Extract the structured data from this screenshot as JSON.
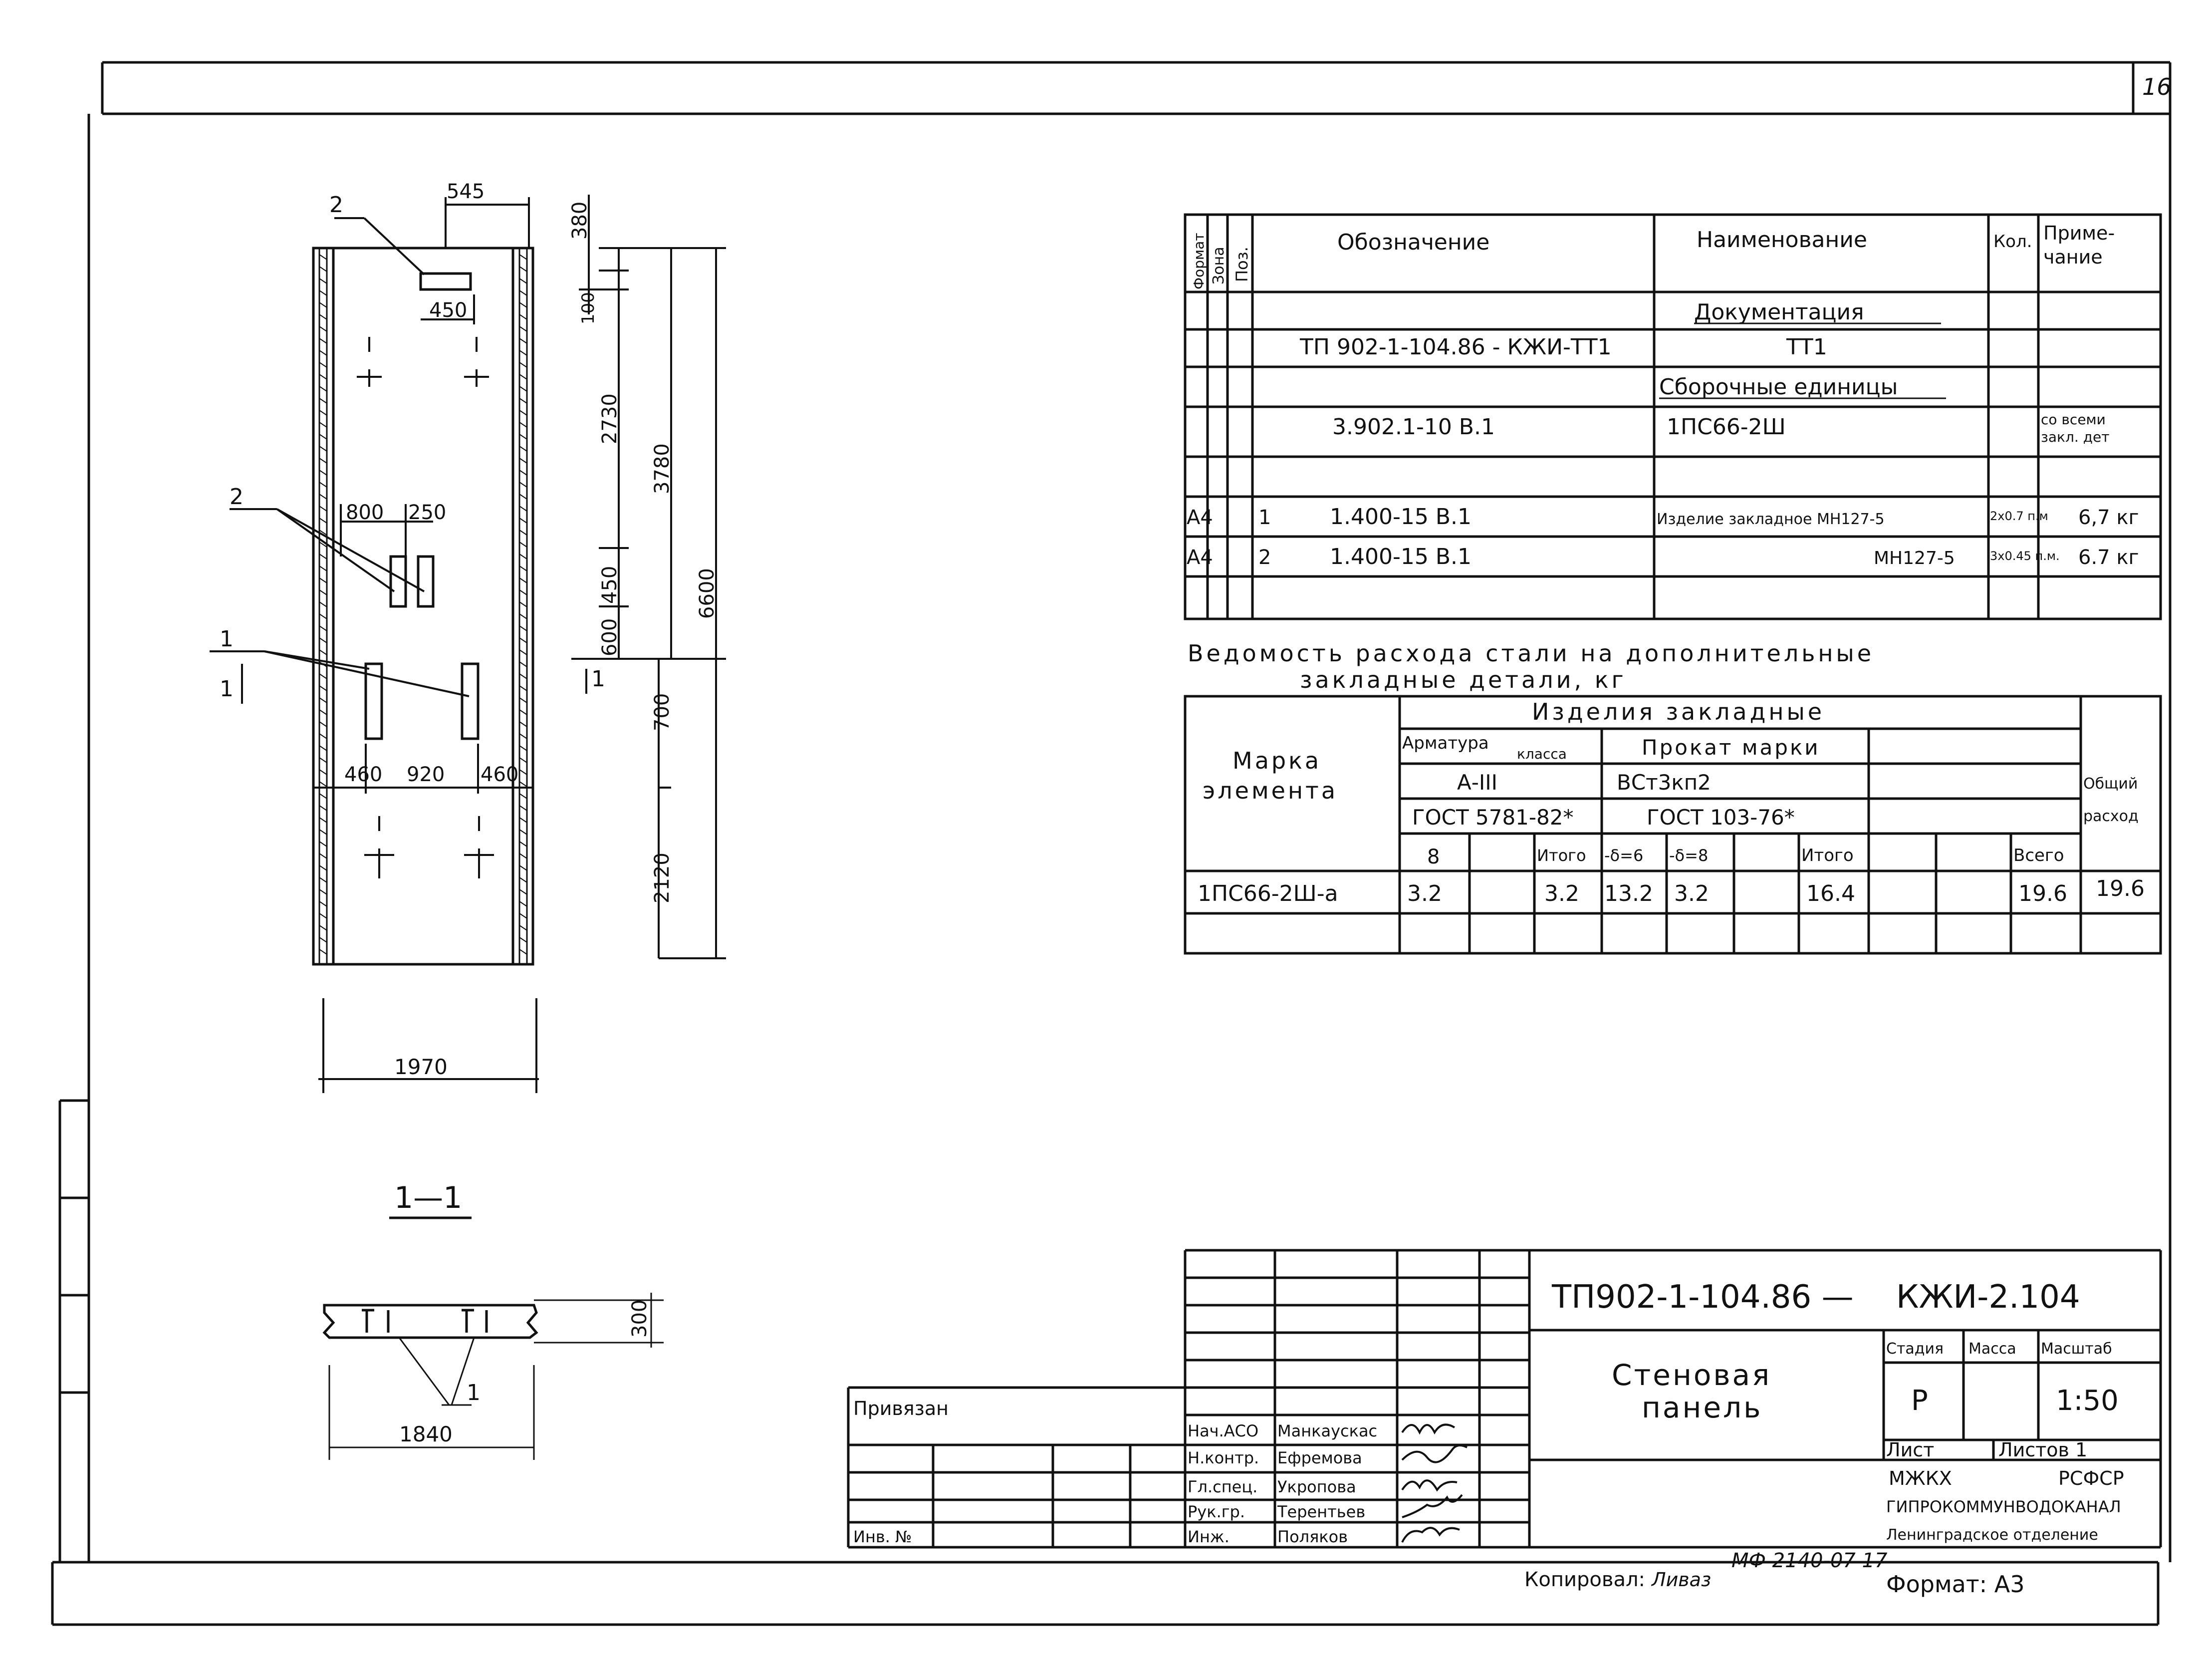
{
  "sheet_number": "16",
  "spec_table": {
    "headers": [
      "Формат",
      "Зона",
      "Поз.",
      "Обозначение",
      "Наименование",
      "Кол.",
      "Приме-",
      "чание"
    ],
    "rows": [
      {
        "fmt": "",
        "zone": "",
        "pos": "",
        "designation": "",
        "name": "Документация",
        "qty": "",
        "note": ""
      },
      {
        "fmt": "",
        "zone": "",
        "pos": "",
        "designation": "ТП 902-1-104.86 - КЖИ-ТТ1",
        "name": "ТТ1",
        "qty": "",
        "note": ""
      },
      {
        "fmt": "",
        "zone": "",
        "pos": "",
        "designation": "",
        "name": "Сборочные единицы",
        "qty": "",
        "note": ""
      },
      {
        "fmt": "",
        "zone": "",
        "pos": "",
        "designation": "3.902.1-10 В.1",
        "name": "1ПС66-2Ш",
        "qty": "",
        "note": "со всеми"
      },
      {
        "fmt": "",
        "zone": "",
        "pos": "",
        "designation": "",
        "name": "",
        "qty": "",
        "note": "закл. дет"
      },
      {
        "fmt": "А4",
        "zone": "",
        "pos": "1",
        "designation": "1.400-15 В.1",
        "name": "Изделие закладное МН127-5",
        "qty": "2х0.7 п.м",
        "note": "6,7 кг"
      },
      {
        "fmt": "А4",
        "zone": "",
        "pos": "2",
        "designation": "1.400-15 В.1",
        "name": "МН127-5",
        "qty": "3х0.45 п.м.",
        "note": "6.7 кг"
      }
    ]
  },
  "steel_table": {
    "title_line1": "Ведомость расхода стали на дополнительные",
    "title_line2": "закладные детали, кг",
    "mark_label1": "Марка",
    "mark_label2": "элемента",
    "group": "Изделия закладные",
    "armatura": "Арматура",
    "klassa": "класса",
    "prokat": "Прокат марки",
    "a_iii": "А-III",
    "vst": "ВСт3кп2",
    "gost1": "ГОСТ 5781-82*",
    "gost2": "ГОСТ 103-76*",
    "total1": "Общий",
    "total2": "расход",
    "sub": [
      "8",
      "Итого",
      "-δ=6",
      "-δ=8",
      "Итого",
      "Всего"
    ],
    "row": {
      "mark": "1ПС66-2Ш-а",
      "v8": "3.2",
      "itogo1": "3.2",
      "d6": "13.2",
      "d8": "3.2",
      "itogo2": "16.4",
      "vsego": "19.6",
      "total": "19.6"
    }
  },
  "drawing": {
    "dims": [
      "545",
      "450",
      "380",
      "100",
      "2730",
      "3780",
      "6600",
      "800",
      "250",
      "450",
      "600",
      "700",
      "2120",
      "460",
      "920",
      "460",
      "1970",
      "300",
      "1840"
    ],
    "labels": [
      "2",
      "2",
      "1",
      "1",
      "1",
      "1"
    ],
    "section": "1—1"
  },
  "title_block": {
    "code": "ТП902-1-104.86 —",
    "code2": "КЖИ-2.104",
    "name1": "Стеновая",
    "name2": "панель",
    "stage_h": "Стадия",
    "mass_h": "Масса",
    "scale_h": "Масштаб",
    "stage": "Р",
    "scale": "1:50",
    "sheet": "Лист",
    "sheets": "Листов 1",
    "org1": "МЖКХ",
    "org1b": "РСФСР",
    "org2": "ГИПРОКОММУНВОДОКАНАЛ",
    "org3": "Ленинградское отделение",
    "privyazan": "Привязан",
    "inv": "Инв. №",
    "people": [
      {
        "role": "Нач.АСО",
        "name": "Манкаускас"
      },
      {
        "role": "Н.контр.",
        "name": "Ефремова"
      },
      {
        "role": "Гл.спец.",
        "name": "Укропова"
      },
      {
        "role": "Рук.гр.",
        "name": "Терентьев"
      },
      {
        "role": "Инж.",
        "name": "Поляков"
      }
    ]
  },
  "footer": {
    "copied": "Копировал:",
    "copier": "Ливаз",
    "stamp": "МФ 2140-07 17",
    "format": "Формат: А3"
  }
}
